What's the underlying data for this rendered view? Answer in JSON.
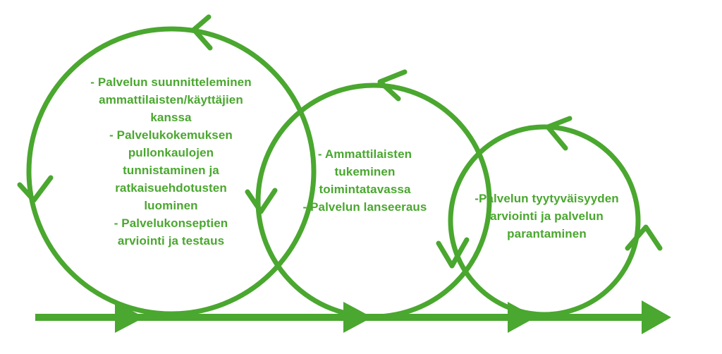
{
  "colors": {
    "stroke": "#4aa72f",
    "text": "#4aa72f",
    "background": "#ffffff"
  },
  "circles": [
    {
      "lines": [
        "- Palvelun suunnitteleminen",
        "ammattilaisten/käyttäjien",
        "kanssa",
        "- Palvelukokemuksen",
        "pullonkaulojen",
        "tunnistaminen ja",
        "ratkaisuehdotusten",
        "luominen",
        "- Palvelukonseptien",
        "arviointi ja testaus"
      ]
    },
    {
      "lines": [
        "- Ammattilaisten",
        "tukeminen",
        "toimintatavassa",
        "- Palvelun lanseeraus"
      ]
    },
    {
      "lines": [
        "-Palvelun tyytyväisyyden",
        "arviointi ja palvelun",
        "parantaminen"
      ]
    }
  ]
}
